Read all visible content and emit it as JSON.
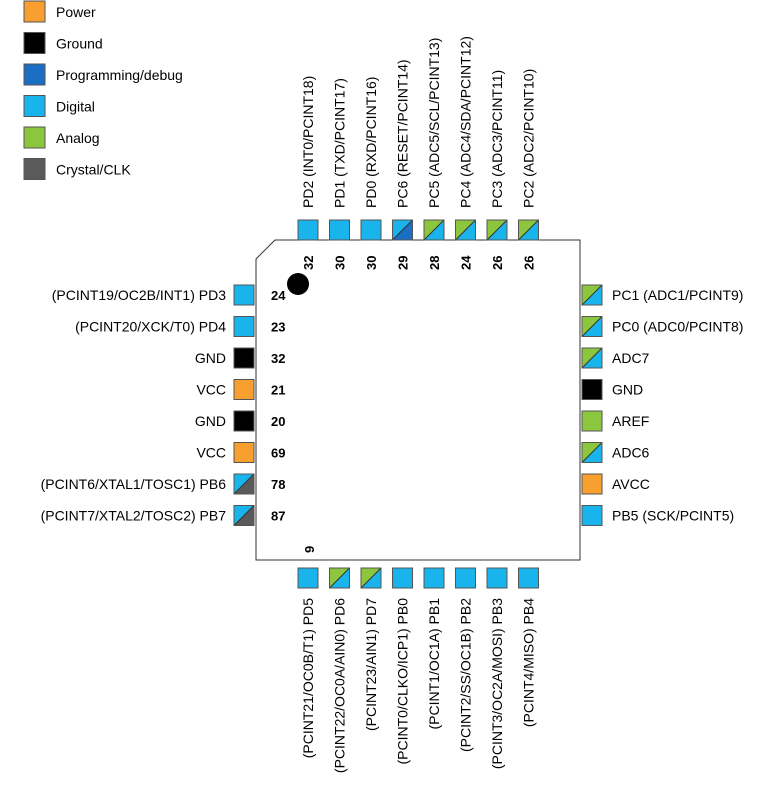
{
  "colors": {
    "power": "#f7a030",
    "ground": "#000000",
    "programming": "#1a6fc4",
    "digital": "#1ab4ec",
    "analog": "#8cc63f",
    "crystal": "#5a5a5a"
  },
  "legend": [
    {
      "type": "power",
      "label": "Power"
    },
    {
      "type": "ground",
      "label": "Ground"
    },
    {
      "type": "programming",
      "label": "Programming/debug"
    },
    {
      "type": "digital",
      "label": "Digital"
    },
    {
      "type": "analog",
      "label": "Analog"
    },
    {
      "type": "crystal",
      "label": "Crystal/CLK"
    }
  ],
  "pins": {
    "top": [
      {
        "num": "32",
        "label": "PD2 (INT0/PCINT18)",
        "types": [
          "digital"
        ]
      },
      {
        "num": "30",
        "label": "PD1 (TXD/PCINT17)",
        "types": [
          "digital"
        ]
      },
      {
        "num": "30",
        "label": "PD0 (RXD/PCINT16)",
        "types": [
          "digital"
        ]
      },
      {
        "num": "29",
        "label": "PC6 (RESET/PCINT14)",
        "types": [
          "digital",
          "programming"
        ]
      },
      {
        "num": "28",
        "label": "PC5 (ADC5/SCL/PCINT13)",
        "types": [
          "analog",
          "digital"
        ]
      },
      {
        "num": "24",
        "label": "PC4 (ADC4/SDA/PCINT12)",
        "types": [
          "analog",
          "digital"
        ]
      },
      {
        "num": "26",
        "label": "PC3 (ADC3/PCINT11)",
        "types": [
          "analog",
          "digital"
        ]
      },
      {
        "num": "26",
        "label": "PC2 (ADC2/PCINT10)",
        "types": [
          "analog",
          "digital"
        ]
      }
    ],
    "left": [
      {
        "num": "24",
        "label": "(PCINT19/OC2B/INT1) PD3",
        "types": [
          "digital"
        ]
      },
      {
        "num": "23",
        "label": "(PCINT20/XCK/T0) PD4",
        "types": [
          "digital"
        ]
      },
      {
        "num": "32",
        "label": "GND",
        "types": [
          "ground"
        ]
      },
      {
        "num": "21",
        "label": "VCC",
        "types": [
          "power"
        ]
      },
      {
        "num": "20",
        "label": "GND",
        "types": [
          "ground"
        ]
      },
      {
        "num": "69",
        "label": "VCC",
        "types": [
          "power"
        ]
      },
      {
        "num": "78",
        "label": "(PCINT6/XTAL1/TOSC1) PB6",
        "types": [
          "digital",
          "crystal"
        ]
      },
      {
        "num": "87",
        "label": "(PCINT7/XTAL2/TOSC2) PB7",
        "types": [
          "digital",
          "crystal"
        ]
      }
    ],
    "right": [
      {
        "label": "PC1 (ADC1/PCINT9)",
        "types": [
          "analog",
          "digital"
        ]
      },
      {
        "label": "PC0 (ADC0/PCINT8)",
        "types": [
          "analog",
          "digital"
        ]
      },
      {
        "label": "ADC7",
        "types": [
          "analog",
          "digital"
        ]
      },
      {
        "label": "GND",
        "types": [
          "ground"
        ]
      },
      {
        "label": "AREF",
        "types": [
          "analog"
        ]
      },
      {
        "label": "ADC6",
        "types": [
          "analog",
          "digital"
        ]
      },
      {
        "label": "AVCC",
        "types": [
          "power"
        ]
      },
      {
        "label": "PB5 (SCK/PCINT5)",
        "types": [
          "digital"
        ]
      }
    ],
    "bottom": [
      {
        "label": "(PCINT21/OC0B/T1) PD5",
        "types": [
          "digital"
        ]
      },
      {
        "label": "(PCINT22/OC0A/AIN0) PD6",
        "types": [
          "analog",
          "digital"
        ]
      },
      {
        "label": "(PCINT23/AIN1) PD7",
        "types": [
          "analog",
          "digital"
        ]
      },
      {
        "label": "(PCINT0/CLKO/ICP1) PB0",
        "types": [
          "digital"
        ]
      },
      {
        "label": "(PCINT1/OC1A) PB1",
        "types": [
          "digital"
        ]
      },
      {
        "label": "(PCINT2/SS/OC1B) PB2",
        "types": [
          "digital"
        ]
      },
      {
        "label": "(PCINT3/OC2A/MOSI) PB3",
        "types": [
          "digital"
        ]
      },
      {
        "label": "(PCINT4/MISO) PB4",
        "types": [
          "digital"
        ]
      }
    ]
  },
  "bottom_pin_number": "9"
}
